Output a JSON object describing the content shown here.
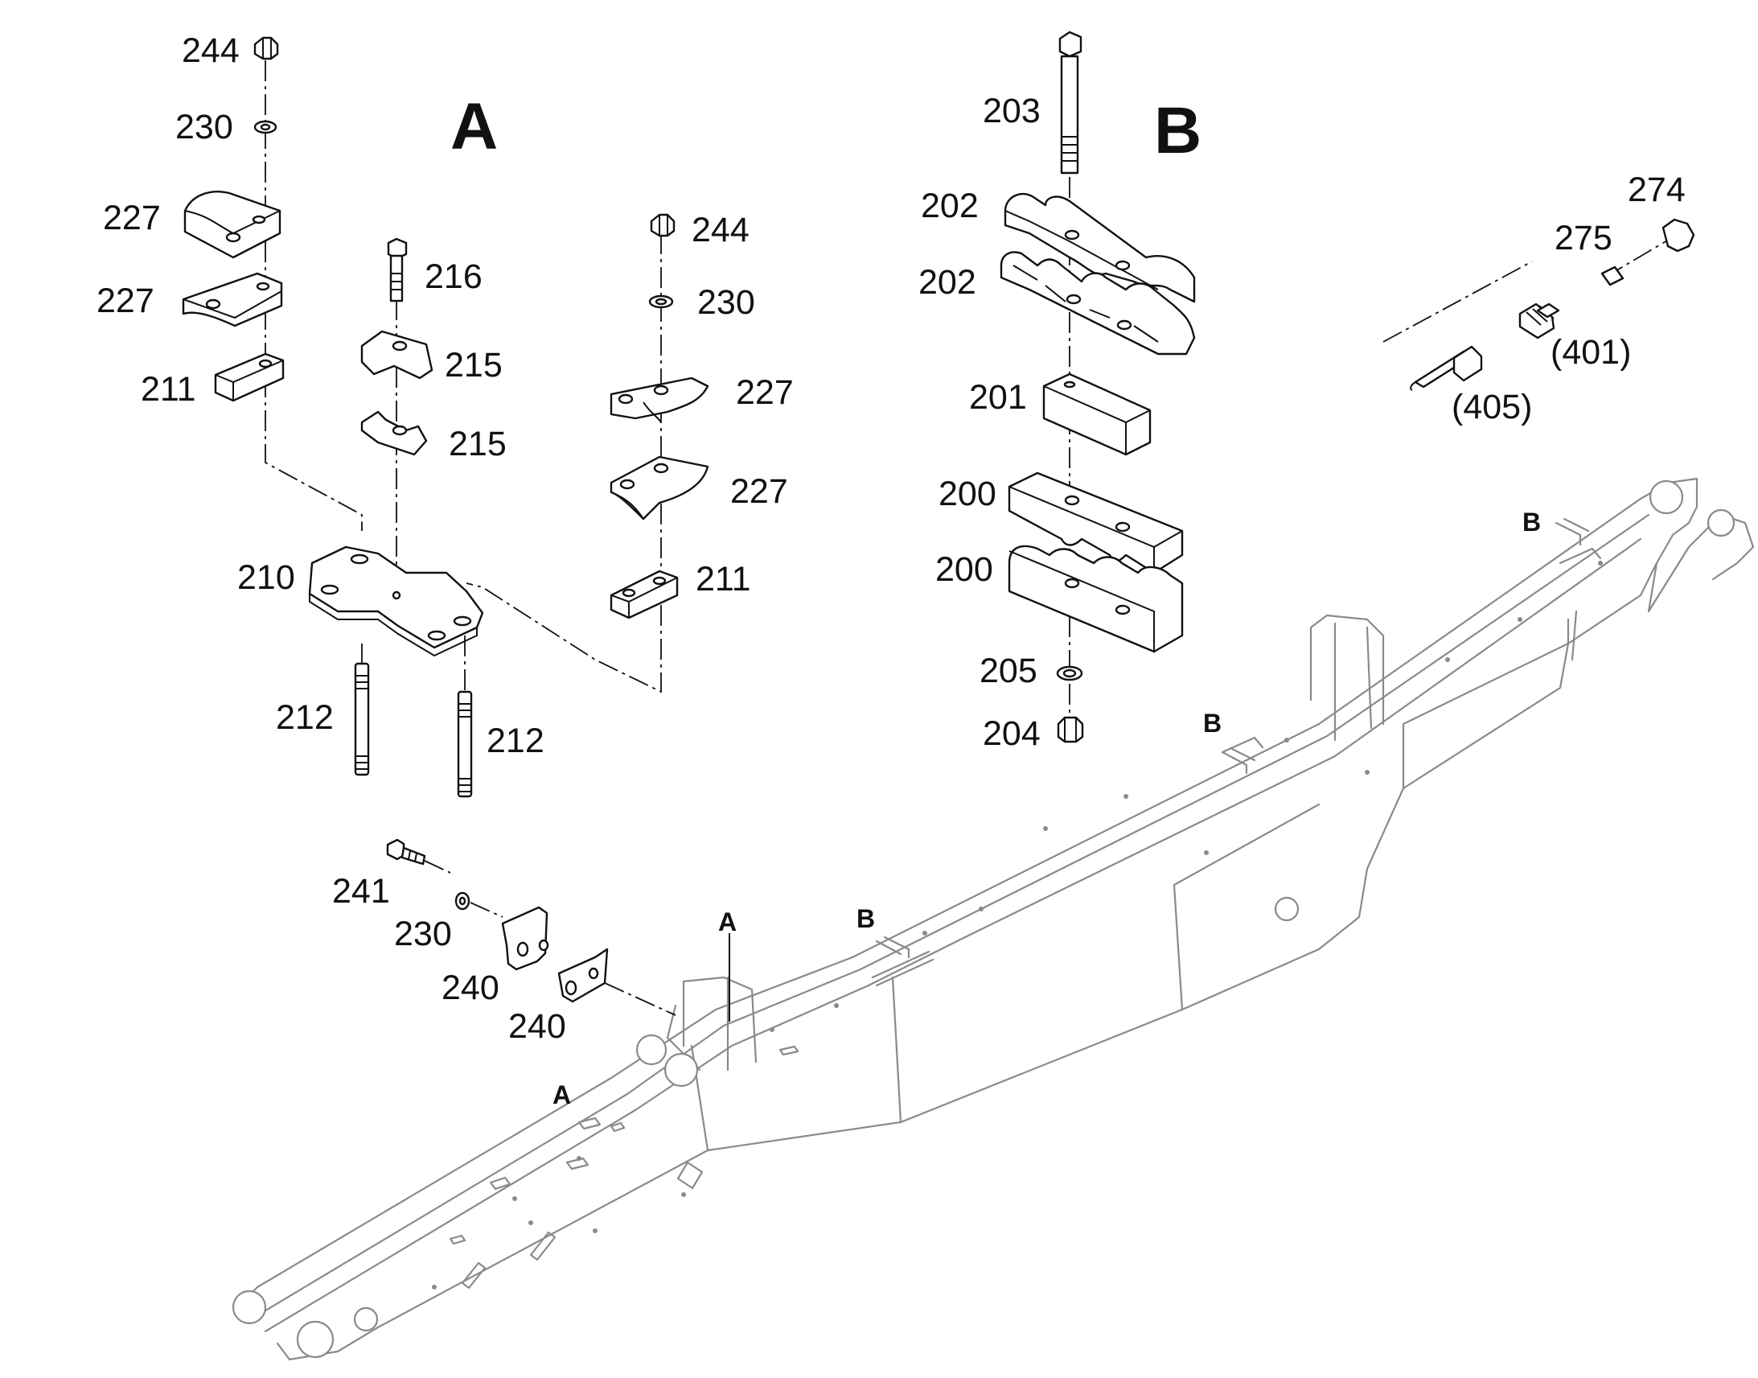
{
  "sections": {
    "a": "A",
    "b": "B"
  },
  "callouts": [
    {
      "id": "c244a",
      "text": "244"
    },
    {
      "id": "c230a",
      "text": "230"
    },
    {
      "id": "c227a",
      "text": "227"
    },
    {
      "id": "c227b",
      "text": "227"
    },
    {
      "id": "c211a",
      "text": "211"
    },
    {
      "id": "c216",
      "text": "216"
    },
    {
      "id": "c215a",
      "text": "215"
    },
    {
      "id": "c215b",
      "text": "215"
    },
    {
      "id": "c244b",
      "text": "244"
    },
    {
      "id": "c230b",
      "text": "230"
    },
    {
      "id": "c227c",
      "text": "227"
    },
    {
      "id": "c227d",
      "text": "227"
    },
    {
      "id": "c211b",
      "text": "211"
    },
    {
      "id": "c210",
      "text": "210"
    },
    {
      "id": "c212a",
      "text": "212"
    },
    {
      "id": "c212b",
      "text": "212"
    },
    {
      "id": "c203",
      "text": "203"
    },
    {
      "id": "c202a",
      "text": "202"
    },
    {
      "id": "c202b",
      "text": "202"
    },
    {
      "id": "c201",
      "text": "201"
    },
    {
      "id": "c200a",
      "text": "200"
    },
    {
      "id": "c200b",
      "text": "200"
    },
    {
      "id": "c205",
      "text": "205"
    },
    {
      "id": "c204",
      "text": "204"
    },
    {
      "id": "c274",
      "text": "274"
    },
    {
      "id": "c275",
      "text": "275"
    },
    {
      "id": "c401",
      "text": "(401)"
    },
    {
      "id": "c405",
      "text": "(405)"
    },
    {
      "id": "c241",
      "text": "241"
    },
    {
      "id": "c230c",
      "text": "230"
    },
    {
      "id": "c240a",
      "text": "240"
    },
    {
      "id": "c240b",
      "text": "240"
    }
  ],
  "boom_markers": [
    {
      "id": "mA1",
      "text": "A"
    },
    {
      "id": "mA2",
      "text": "A"
    },
    {
      "id": "mB1",
      "text": "B"
    },
    {
      "id": "mB2",
      "text": "B"
    },
    {
      "id": "mB3",
      "text": "B"
    }
  ]
}
